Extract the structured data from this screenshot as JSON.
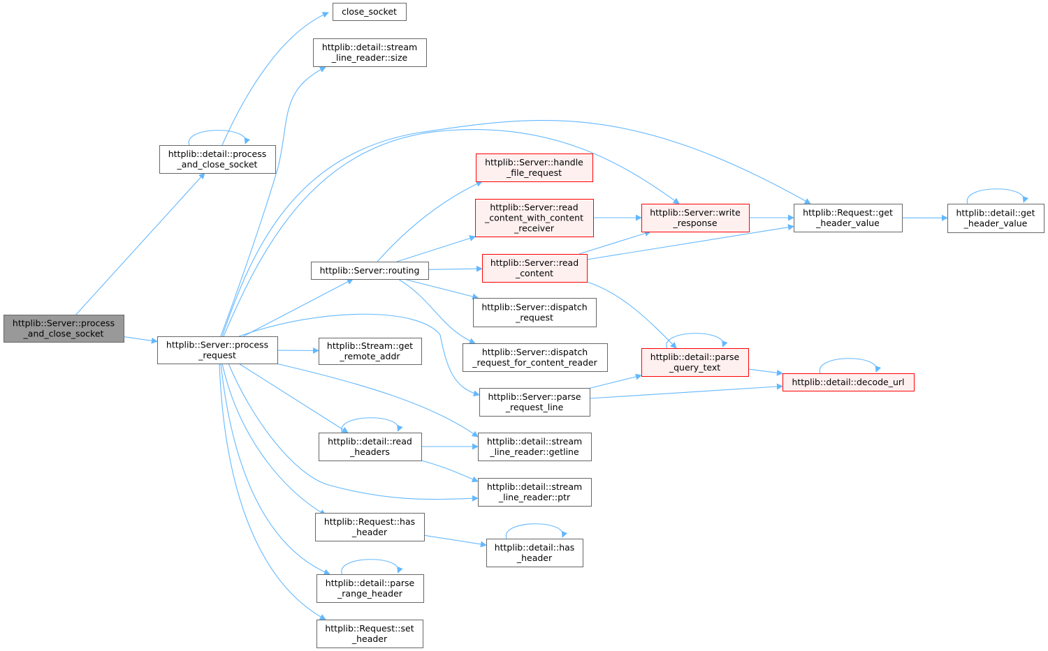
{
  "colors": {
    "edge": "#63b8ff",
    "default_fill": "#ffffff",
    "default_border": "#666666",
    "root_fill": "#999999",
    "root_border": "#666666",
    "truncated_fill": "#fff0f0",
    "truncated_border": "#ff0000"
  },
  "nodes": {
    "root": {
      "lines": [
        "httplib::Server::process",
        "_and_close_socket"
      ],
      "style": "root"
    },
    "detail_process_and_close_socket": {
      "lines": [
        "httplib::detail::process",
        "_and_close_socket"
      ],
      "style": "default"
    },
    "close_socket": {
      "lines": [
        "close_socket"
      ],
      "style": "default"
    },
    "stream_line_reader_size": {
      "lines": [
        "httplib::detail::stream",
        "_line_reader::size"
      ],
      "style": "default"
    },
    "process_request": {
      "lines": [
        "httplib::Server::process",
        "_request"
      ],
      "style": "default"
    },
    "routing": {
      "lines": [
        "httplib::Server::routing"
      ],
      "style": "default"
    },
    "handle_file_request": {
      "lines": [
        "httplib::Server::handle",
        "_file_request"
      ],
      "style": "truncated"
    },
    "read_content_with_content_receiver": {
      "lines": [
        "httplib::Server::read",
        "_content_with_content",
        "_receiver"
      ],
      "style": "truncated"
    },
    "read_content": {
      "lines": [
        "httplib::Server::read",
        "_content"
      ],
      "style": "truncated"
    },
    "dispatch_request": {
      "lines": [
        "httplib::Server::dispatch",
        "_request"
      ],
      "style": "default"
    },
    "dispatch_request_for_content_reader": {
      "lines": [
        "httplib::Server::dispatch",
        "_request_for_content_reader"
      ],
      "style": "default"
    },
    "write_response": {
      "lines": [
        "httplib::Server::write",
        "_response"
      ],
      "style": "truncated"
    },
    "request_get_header_value": {
      "lines": [
        "httplib::Request::get",
        "_header_value"
      ],
      "style": "default"
    },
    "detail_get_header_value": {
      "lines": [
        "httplib::detail::get",
        "_header_value"
      ],
      "style": "default"
    },
    "stream_get_remote_addr": {
      "lines": [
        "httplib::Stream::get",
        "_remote_addr"
      ],
      "style": "default"
    },
    "parse_query_text": {
      "lines": [
        "httplib::detail::parse",
        "_query_text"
      ],
      "style": "truncated"
    },
    "decode_url": {
      "lines": [
        "httplib::detail::decode_url"
      ],
      "style": "truncated"
    },
    "parse_request_line": {
      "lines": [
        "httplib::Server::parse",
        "_request_line"
      ],
      "style": "default"
    },
    "read_headers": {
      "lines": [
        "httplib::detail::read",
        "_headers"
      ],
      "style": "default"
    },
    "stream_line_reader_getline": {
      "lines": [
        "httplib::detail::stream",
        "_line_reader::getline"
      ],
      "style": "default"
    },
    "stream_line_reader_ptr": {
      "lines": [
        "httplib::detail::stream",
        "_line_reader::ptr"
      ],
      "style": "default"
    },
    "request_has_header": {
      "lines": [
        "httplib::Request::has",
        "_header"
      ],
      "style": "default"
    },
    "detail_has_header": {
      "lines": [
        "httplib::detail::has",
        "_header"
      ],
      "style": "default"
    },
    "parse_range_header": {
      "lines": [
        "httplib::detail::parse",
        "_range_header"
      ],
      "style": "default"
    },
    "request_set_header": {
      "lines": [
        "httplib::Request::set",
        "_header"
      ],
      "style": "default"
    }
  },
  "edges": [
    [
      "root",
      "detail_process_and_close_socket"
    ],
    [
      "root",
      "process_request"
    ],
    [
      "detail_process_and_close_socket",
      "close_socket"
    ],
    [
      "detail_process_and_close_socket",
      "detail_process_and_close_socket"
    ],
    [
      "process_request",
      "stream_line_reader_size"
    ],
    [
      "process_request",
      "request_get_header_value"
    ],
    [
      "process_request",
      "write_response"
    ],
    [
      "process_request",
      "routing"
    ],
    [
      "process_request",
      "parse_request_line"
    ],
    [
      "process_request",
      "stream_get_remote_addr"
    ],
    [
      "process_request",
      "stream_line_reader_getline"
    ],
    [
      "process_request",
      "read_headers"
    ],
    [
      "process_request",
      "stream_line_reader_ptr"
    ],
    [
      "process_request",
      "request_has_header"
    ],
    [
      "process_request",
      "parse_range_header"
    ],
    [
      "process_request",
      "request_set_header"
    ],
    [
      "routing",
      "handle_file_request"
    ],
    [
      "routing",
      "read_content_with_content_receiver"
    ],
    [
      "routing",
      "read_content"
    ],
    [
      "routing",
      "dispatch_request"
    ],
    [
      "routing",
      "dispatch_request_for_content_reader"
    ],
    [
      "read_content_with_content_receiver",
      "write_response"
    ],
    [
      "read_content",
      "write_response"
    ],
    [
      "read_content",
      "request_get_header_value"
    ],
    [
      "read_content",
      "parse_query_text"
    ],
    [
      "write_response",
      "request_get_header_value"
    ],
    [
      "request_get_header_value",
      "detail_get_header_value"
    ],
    [
      "detail_get_header_value",
      "detail_get_header_value"
    ],
    [
      "parse_query_text",
      "parse_query_text"
    ],
    [
      "parse_query_text",
      "decode_url"
    ],
    [
      "decode_url",
      "decode_url"
    ],
    [
      "parse_request_line",
      "parse_query_text"
    ],
    [
      "parse_request_line",
      "decode_url"
    ],
    [
      "read_headers",
      "read_headers"
    ],
    [
      "read_headers",
      "stream_line_reader_getline"
    ],
    [
      "read_headers",
      "stream_line_reader_ptr"
    ],
    [
      "request_has_header",
      "detail_has_header"
    ],
    [
      "detail_has_header",
      "detail_has_header"
    ],
    [
      "parse_range_header",
      "parse_range_header"
    ]
  ]
}
